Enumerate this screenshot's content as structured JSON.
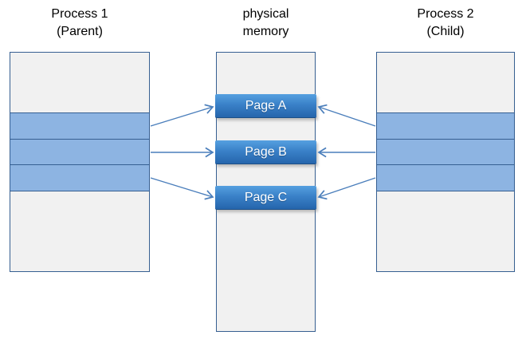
{
  "columns": [
    {
      "id": "process-1",
      "title_line1": "Process 1",
      "title_line2": "(Parent)"
    },
    {
      "id": "physical-memory",
      "title_line1": "physical",
      "title_line2": "memory"
    },
    {
      "id": "process-2",
      "title_line1": "Process 2",
      "title_line2": "(Child)"
    }
  ],
  "pages": [
    {
      "label": "Page A"
    },
    {
      "label": "Page B"
    },
    {
      "label": "Page C"
    }
  ],
  "colors": {
    "box_fill": "#f1f1f1",
    "box_border": "#365f91",
    "shared_band_fill": "#8db4e2",
    "page_bar_top": "#55a0e0",
    "page_bar_bottom": "#2565ac",
    "page_text": "#ffffff",
    "arrow": "#4a7ebb",
    "title_text": "#000000"
  }
}
